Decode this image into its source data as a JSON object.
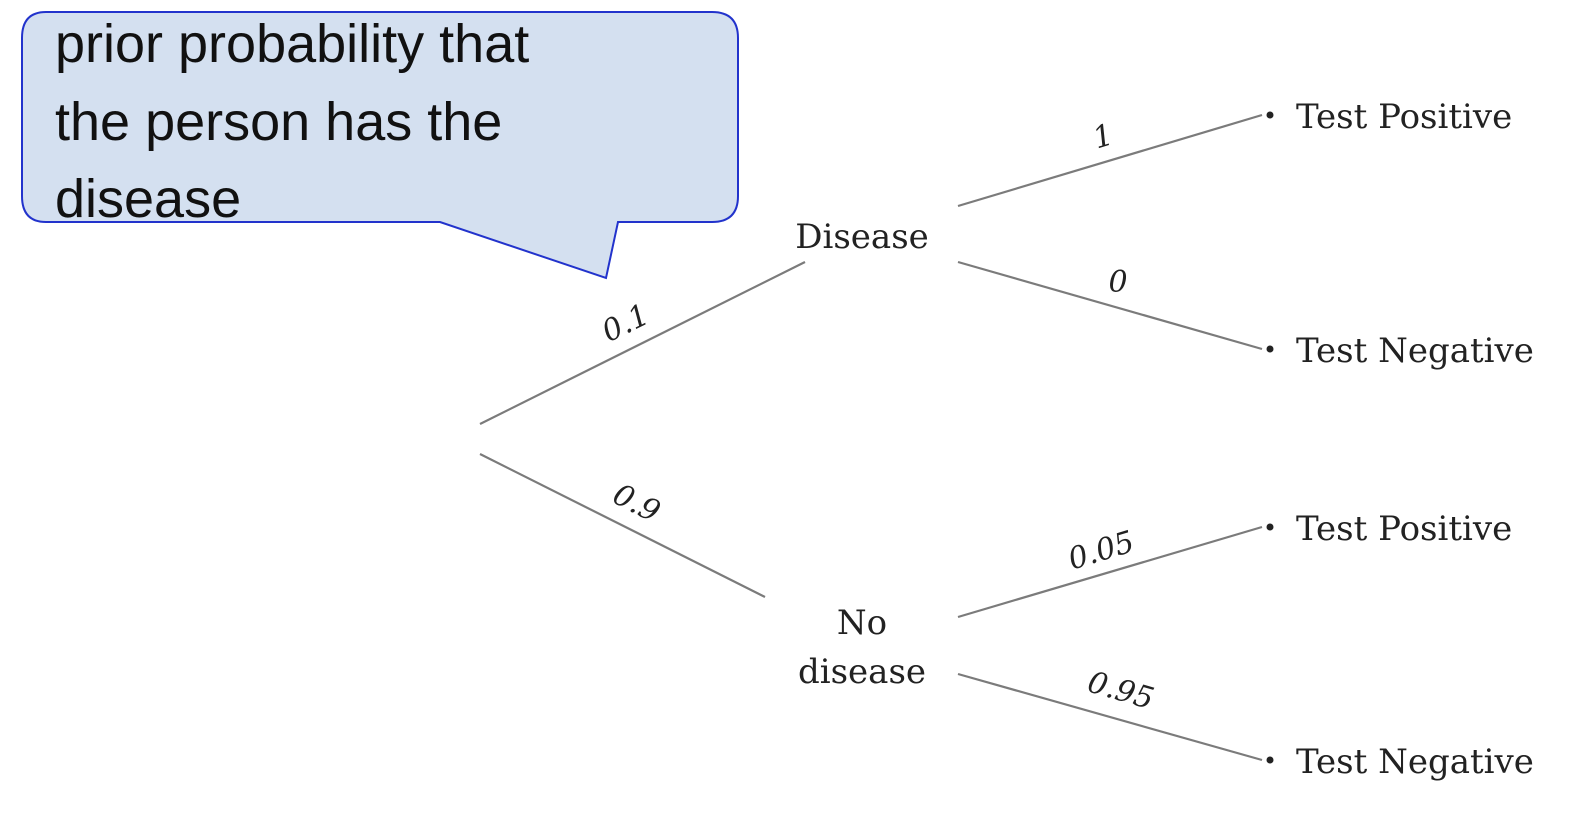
{
  "callout": {
    "lines": [
      "prior probability that",
      "the person has the",
      "disease"
    ]
  },
  "tree": {
    "nodes": {
      "disease": "Disease",
      "no_disease_line1": "No",
      "no_disease_line2": "disease"
    },
    "leaves": {
      "disease_positive": "Test Positive",
      "disease_negative": "Test Negative",
      "nodisease_positive": "Test Positive",
      "nodisease_negative": "Test Negative"
    },
    "probabilities": {
      "root_to_disease": "0.1",
      "root_to_no_disease": "0.9",
      "disease_to_positive": "1",
      "disease_to_negative": "0",
      "nodisease_to_positive": "0.05",
      "nodisease_to_negative": "0.95"
    }
  },
  "colors": {
    "callout_fill": "#d4e0f0",
    "callout_border": "#2233cc",
    "edge": "#7b7b7b"
  }
}
